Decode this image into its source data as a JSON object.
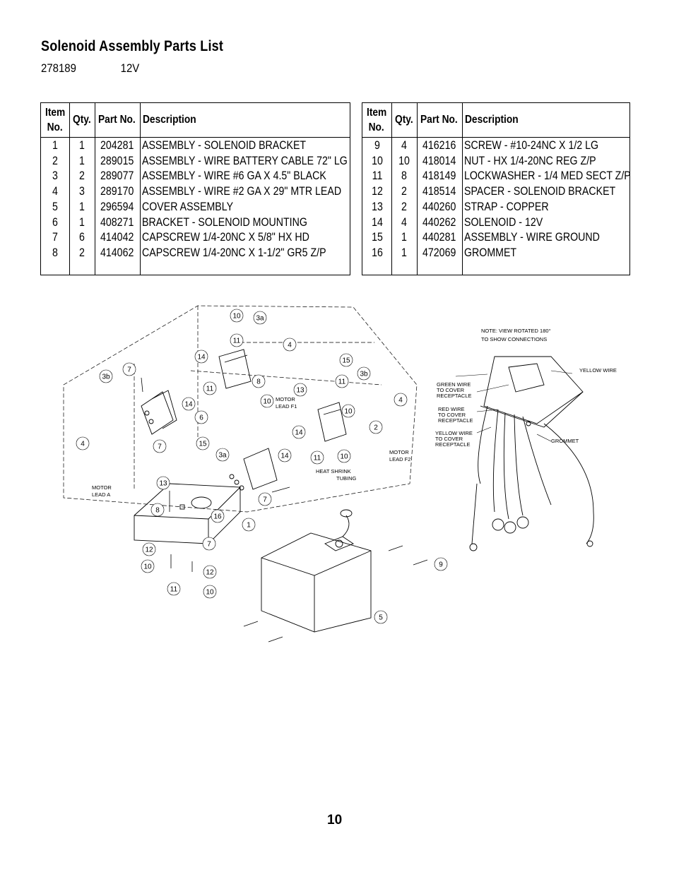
{
  "title": "Solenoid Assembly Parts List",
  "model": {
    "number": "278189",
    "voltage": "12V"
  },
  "table_headers": {
    "item": "Item No.",
    "item_line1": "Item",
    "item_line2": "No.",
    "qty": "Qty.",
    "part_no": "Part No.",
    "description": "Description"
  },
  "parts_left": [
    {
      "item": "1",
      "qty": "1",
      "part": "204281",
      "desc": "ASSEMBLY - SOLENOID BRACKET"
    },
    {
      "item": "2",
      "qty": "1",
      "part": "289015",
      "desc": "ASSEMBLY - WIRE BATTERY CABLE 72\" LG"
    },
    {
      "item": "3",
      "qty": "2",
      "part": "289077",
      "desc": "ASSEMBLY - WIRE #6 GA X 4.5\" BLACK"
    },
    {
      "item": "4",
      "qty": "3",
      "part": "289170",
      "desc": "ASSEMBLY - WIRE #2 GA X 29\" MTR LEAD"
    },
    {
      "item": "5",
      "qty": "1",
      "part": "296594",
      "desc": "COVER ASSEMBLY"
    },
    {
      "item": "6",
      "qty": "1",
      "part": "408271",
      "desc": "BRACKET - SOLENOID MOUNTING"
    },
    {
      "item": "7",
      "qty": "6",
      "part": "414042",
      "desc": "CAPSCREW 1/4-20NC X 5/8\" HX HD"
    },
    {
      "item": "8",
      "qty": "2",
      "part": "414062",
      "desc": "CAPSCREW 1/4-20NC X 1-1/2\" GR5 Z/P"
    }
  ],
  "parts_right": [
    {
      "item": "9",
      "qty": "4",
      "part": "416216",
      "desc": "SCREW - #10-24NC X 1/2 LG"
    },
    {
      "item": "10",
      "qty": "10",
      "part": "418014",
      "desc": "NUT - HX 1/4-20NC REG Z/P"
    },
    {
      "item": "11",
      "qty": "8",
      "part": "418149",
      "desc": "LOCKWASHER - 1/4 MED SECT Z/P"
    },
    {
      "item": "12",
      "qty": "2",
      "part": "418514",
      "desc": "SPACER - SOLENOID BRACKET"
    },
    {
      "item": "13",
      "qty": "2",
      "part": "440260",
      "desc": "STRAP - COPPER"
    },
    {
      "item": "14",
      "qty": "4",
      "part": "440262",
      "desc": "SOLENOID - 12V"
    },
    {
      "item": "15",
      "qty": "1",
      "part": "440281",
      "desc": "ASSEMBLY - WIRE GROUND"
    },
    {
      "item": "16",
      "qty": "1",
      "part": "472069",
      "desc": "GROMMET"
    }
  ],
  "diagram": {
    "callouts": [
      "10",
      "3a",
      "11",
      "4",
      "14",
      "15",
      "3b",
      "7",
      "3b",
      "8",
      "13",
      "11",
      "11",
      "14",
      "10",
      "10",
      "4",
      "6",
      "14",
      "2",
      "4",
      "7",
      "15",
      "3a",
      "14",
      "11",
      "10",
      "13",
      "7",
      "8",
      "16",
      "1",
      "12",
      "7",
      "10",
      "12",
      "11",
      "10",
      "9",
      "5"
    ],
    "labels": {
      "motor_lead_f1_1": "MOTOR",
      "motor_lead_f1_2": "LEAD F1",
      "motor_lead_f2_1": "MOTOR",
      "motor_lead_f2_2": "LEAD F2",
      "motor_lead_a_1": "MOTOR",
      "motor_lead_a_2": "LEAD A",
      "heat_shrink_1": "HEAT SHRINK",
      "heat_shrink_2": "TUBING",
      "note_1": "NOTE: VIEW ROTATED 180°",
      "note_2": "TO SHOW CONNECTIONS",
      "yellow_wire": "YELLOW WIRE",
      "green_wire_1": "GREEN WIRE",
      "green_wire_2": "TO COVER",
      "green_wire_3": "RECEPTACLE",
      "red_wire_1": "RED WIRE",
      "red_wire_2": "TO COVER",
      "red_wire_3": "RECEPTACLE",
      "yellow_wire_cover_1": "YELLOW WIRE",
      "yellow_wire_cover_2": "TO COVER",
      "yellow_wire_cover_3": "RECEPTACLE",
      "grommet": "GROMMET"
    }
  },
  "page_number": "10"
}
